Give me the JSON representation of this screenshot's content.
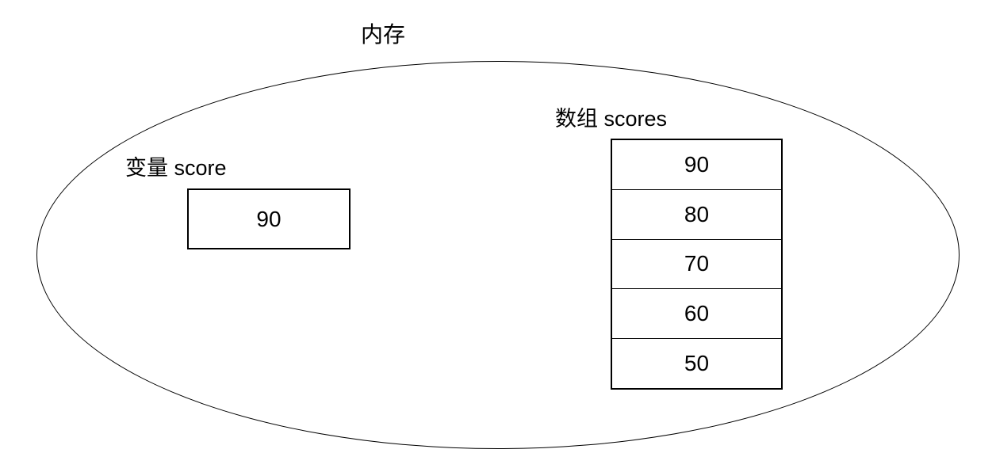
{
  "diagram": {
    "title": "内存",
    "variable": {
      "label": "变量 score",
      "value": "90"
    },
    "array": {
      "label": "数组 scores",
      "values": [
        "90",
        "80",
        "70",
        "60",
        "50"
      ]
    }
  },
  "colors": {
    "background": "#ffffff",
    "line": "#000000",
    "text": "#000000"
  }
}
